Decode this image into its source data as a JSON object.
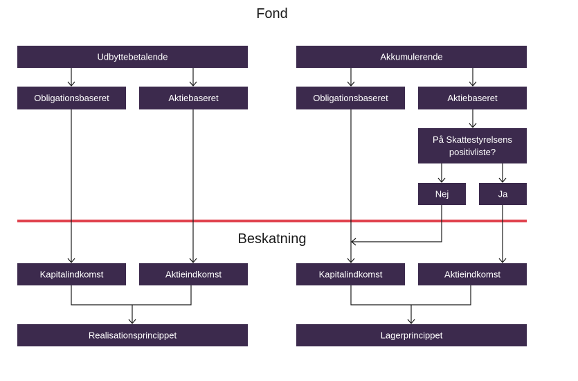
{
  "title": "Fond",
  "section_label": "Beskatning",
  "colors": {
    "box": "#3c2a4d",
    "box_text": "#ffffff",
    "divider": "#e0424e",
    "lines": "#1a1a1a"
  },
  "boxes": {
    "udbyttebetalende": "Udbyttebetalende",
    "akkumulerende": "Akkumulerende",
    "obligationsbaseret_left": "Obligationsbaseret",
    "aktiebaseret_left": "Aktiebaseret",
    "obligationsbaseret_right": "Obligationsbaseret",
    "aktiebaseret_right": "Aktiebaseret",
    "positivliste_line1": "På Skattestyrelsens",
    "positivliste_line2": "positivliste?",
    "nej": "Nej",
    "ja": "Ja",
    "kapitalindkomst_left": "Kapitalindkomst",
    "aktieindkomst_left": "Aktieindkomst",
    "kapitalindkomst_right": "Kapitalindkomst",
    "aktieindkomst_right": "Aktieindkomst",
    "realisationsprincippet": "Realisationsprincippet",
    "lagerprincippet": "Lagerprincippet"
  }
}
